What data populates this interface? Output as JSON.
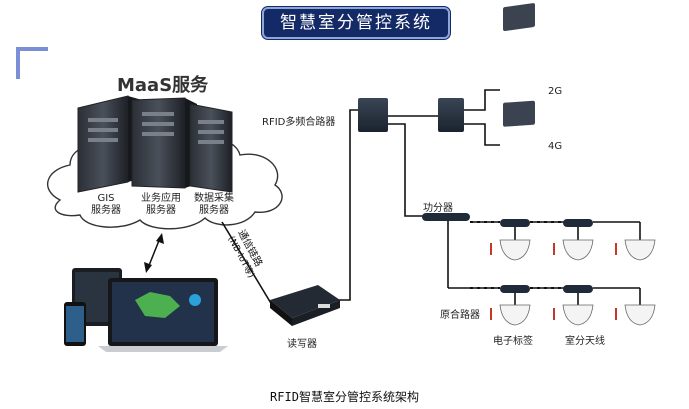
{
  "title": "智慧室分管控系统",
  "maas_label": "MaaS服务",
  "servers": {
    "gis": [
      "GIS",
      "服务器"
    ],
    "business": [
      "业务应用",
      "服务器"
    ],
    "data": [
      "数据采集",
      "服务器"
    ]
  },
  "labels": {
    "multiplexer": "RFID多频合路器",
    "net_2g": "2G",
    "net_4g": "4G",
    "power_splitter": "功分器",
    "combiner": "原合路器",
    "reader": "读写器",
    "electronic_tag": "电子标签",
    "indoor_antenna": "室分天线",
    "comm_link": "通信链路",
    "comm_link_sub": "(NB-IoT等)"
  },
  "caption": "RFID智慧室分管控系统架构",
  "colors": {
    "title_bg": "#142a66",
    "title_border": "#8fa6d8",
    "corner_accent": "#7a8fd6",
    "device_dark": "#1f2b38",
    "line": "#111111"
  }
}
